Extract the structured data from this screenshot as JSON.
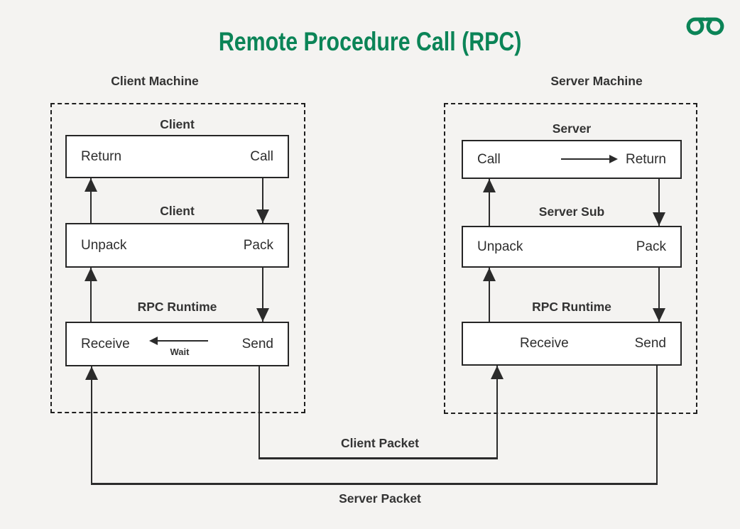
{
  "title": "Remote Procedure Call (RPC)",
  "logo": {
    "name": "geeksforgeeks-logo",
    "color": "#0b8457"
  },
  "colors": {
    "accent_green": "#0b8457",
    "ink": "#262626",
    "line": "#2b2b2b",
    "background": "#f4f3f1",
    "box_fill": "#ffffff"
  },
  "client_machine": {
    "heading": "Client Machine",
    "layers": [
      {
        "label": "Client",
        "left": "Return",
        "right": "Call"
      },
      {
        "label": "Client",
        "left": "Unpack",
        "right": "Pack"
      },
      {
        "label": "RPC Runtime",
        "left": "Receive",
        "right": "Send",
        "wait_label": "Wait"
      }
    ]
  },
  "server_machine": {
    "heading": "Server Machine",
    "layers": [
      {
        "label": "Server",
        "left": "Call",
        "right": "Return"
      },
      {
        "label": "Server Sub",
        "left": "Unpack",
        "right": "Pack"
      },
      {
        "label": "RPC Runtime",
        "left": "Receive",
        "right": "Send"
      }
    ]
  },
  "connections": {
    "client_packet_label": "Client Packet",
    "server_packet_label": "Server Packet"
  }
}
